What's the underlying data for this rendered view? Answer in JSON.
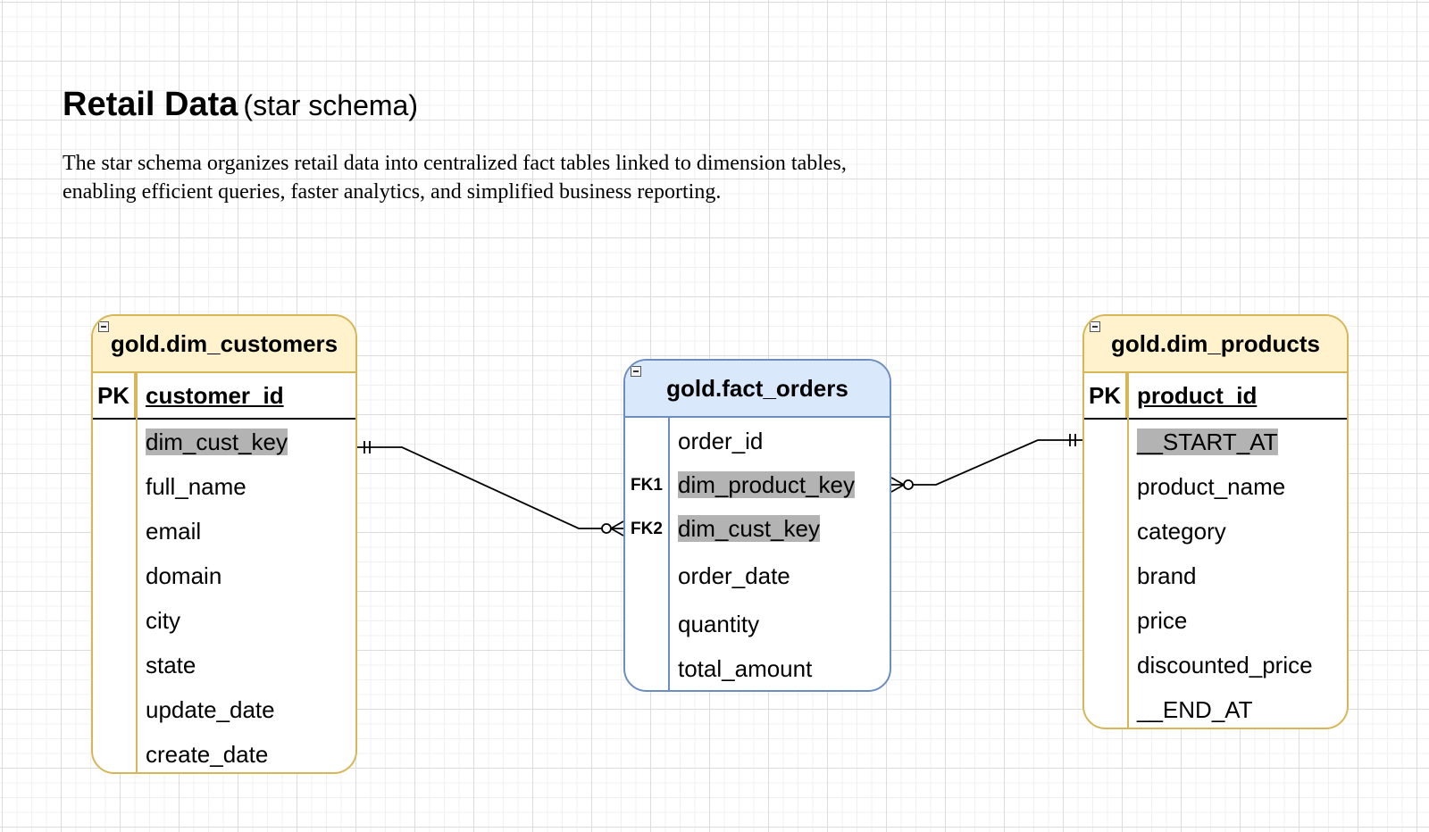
{
  "title": {
    "main": "Retail Data",
    "sub": "(star schema)"
  },
  "description": {
    "line1": "The star schema organizes retail data into centralized fact tables linked to dimension tables,",
    "line2": "enabling efficient queries, faster analytics, and simplified business reporting."
  },
  "tables": {
    "customers": {
      "name": "gold.dim_customers",
      "pk_label": "PK",
      "pk": "customer_id",
      "columns": [
        "dim_cust_key",
        "full_name",
        "email",
        "domain",
        "city",
        "state",
        "update_date",
        "create_date"
      ]
    },
    "orders": {
      "name": "gold.fact_orders",
      "columns": [
        "order_id",
        "dim_product_key",
        "dim_cust_key",
        "order_date",
        "quantity",
        "total_amount"
      ],
      "keys": [
        "",
        "FK1",
        "FK2",
        "",
        "",
        ""
      ]
    },
    "products": {
      "name": "gold.dim_products",
      "pk_label": "PK",
      "pk": "product_id",
      "columns": [
        "__START_AT",
        "product_name",
        "category",
        "brand",
        "price",
        "discounted_price",
        "__END_AT"
      ]
    }
  },
  "colors": {
    "dim_fill": "#fff2cc",
    "dim_stroke": "#d6b656",
    "fact_fill": "#dae8fc",
    "fact_stroke": "#6c8ebf",
    "highlight": "#b3b3b3"
  }
}
